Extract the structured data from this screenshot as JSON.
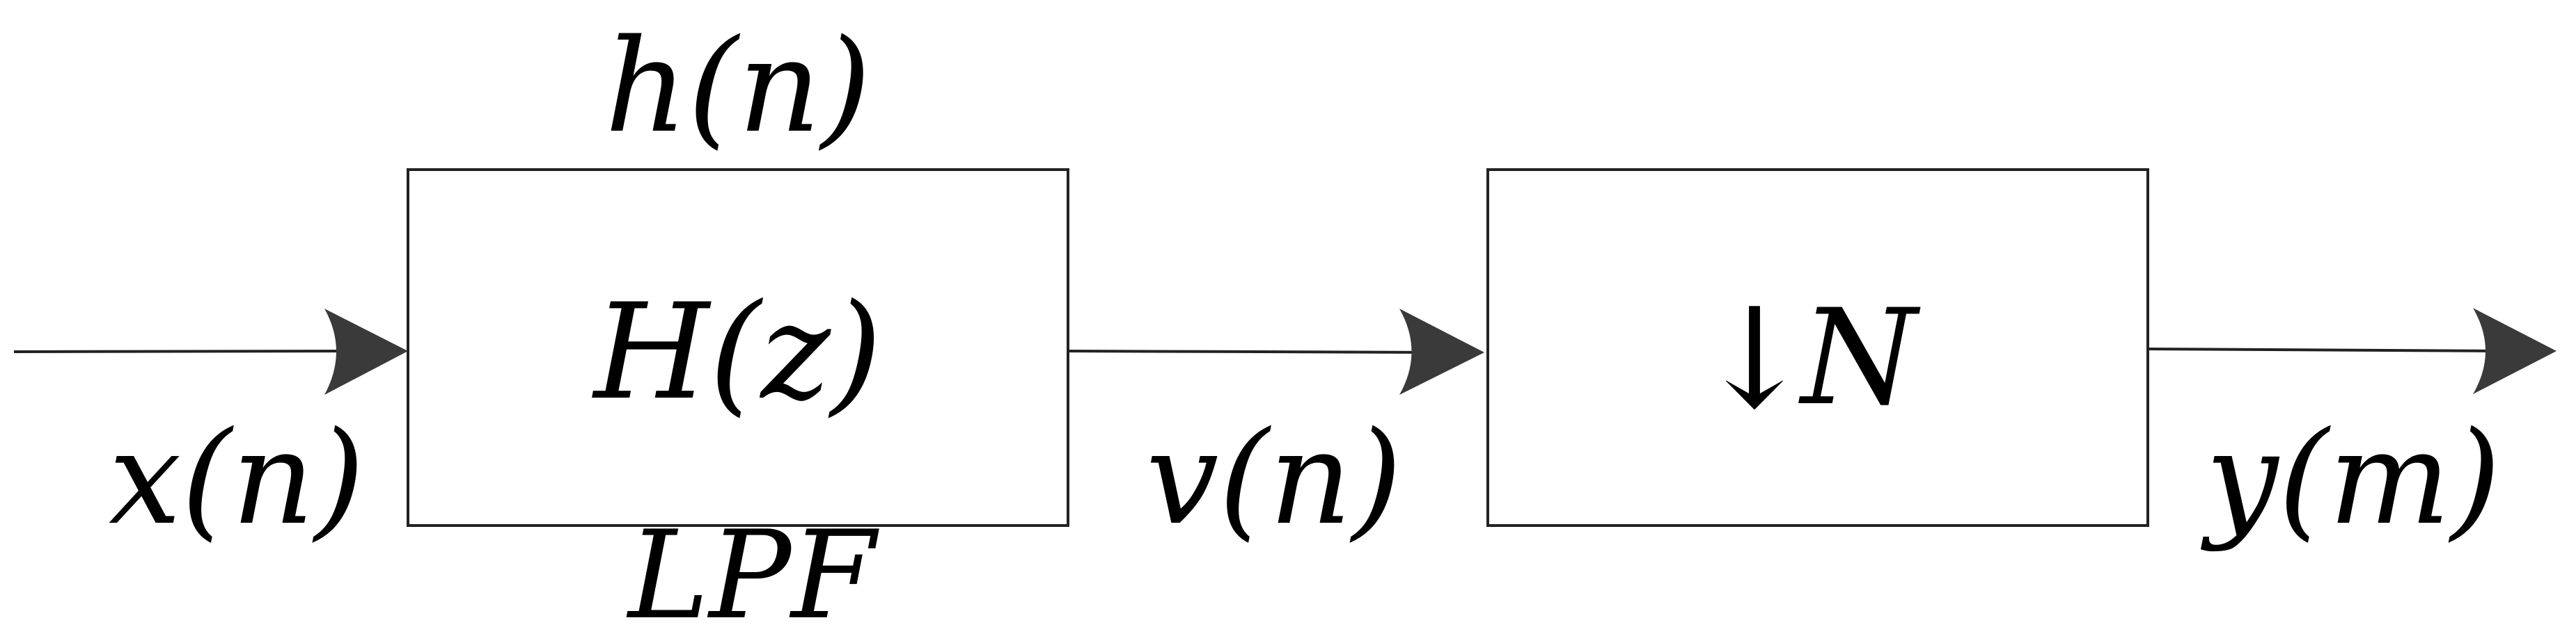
{
  "diagram": {
    "input_signal": "x(n)",
    "impulse_response": "h(n)",
    "filter_block": {
      "transfer_function": "H(z)",
      "type_label": "LPF"
    },
    "intermediate_signal": "v(n)",
    "downsampler_block": {
      "arrow_symbol": "↓",
      "factor": "N"
    },
    "output_signal": "y(m)"
  }
}
